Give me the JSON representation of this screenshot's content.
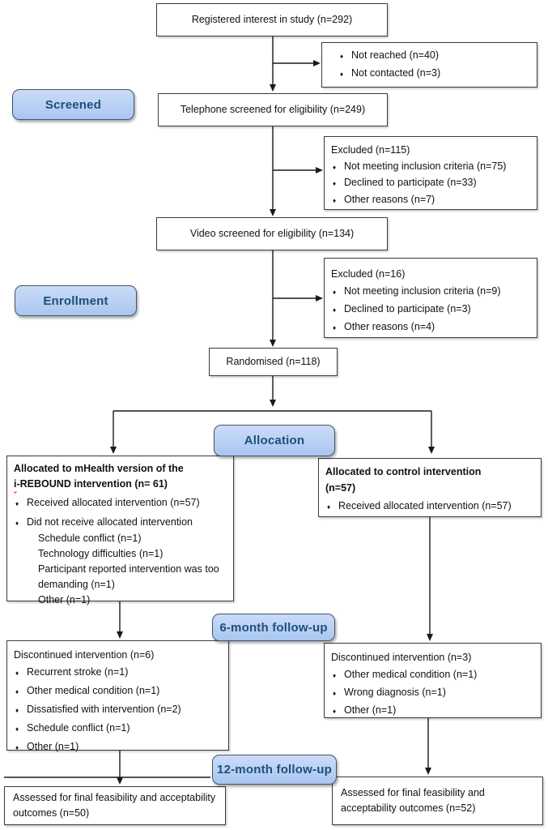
{
  "colors": {
    "label-fill-top": "#cadcf8",
    "label-fill-bottom": "#a9c6f0",
    "label-border": "#44546a",
    "label-text": "#1f4e79",
    "box-border": "#3a3a3a",
    "arrow": "#1a1a1a",
    "spell-underline": "#ff0000"
  },
  "icons": {
    "bullet": "♦"
  },
  "stages": {
    "screened": "Screened",
    "enrollment": "Enrollment",
    "allocation": "Allocation",
    "six_month": "6-month follow-up",
    "twelve_month": "12-month follow-up"
  },
  "boxes": {
    "registered": {
      "text": "Registered interest in study (n=292)"
    },
    "not_reached": {
      "items": [
        "Not reached (n=40)",
        "Not contacted (n=3)"
      ]
    },
    "telephone": {
      "text": "Telephone screened for eligibility (n=249)"
    },
    "excluded_telephone": {
      "title": "Excluded (n=115)",
      "items": [
        "Not meeting inclusion criteria (n=75)",
        "Declined to participate (n=33)",
        "Other reasons (n=7)"
      ]
    },
    "video": {
      "text": "Video screened for eligibility (n=134)"
    },
    "excluded_video": {
      "title": "Excluded (n=16)",
      "items": [
        "Not meeting inclusion criteria (n=9)",
        "Declined to participate (n=3)",
        "Other reasons (n=4)"
      ]
    },
    "randomised": {
      "text": "Randomised (n=118)"
    },
    "allocated_mhealth": {
      "title_line1": "Allocated to mHealth version of the",
      "title_i": "i",
      "title_line2_rest": "-REBOUND intervention (n= 61)",
      "bullet1": "Received allocated intervention (n=57)",
      "bullet2": "Did not receive allocated intervention",
      "sub_items": [
        "Schedule conflict (n=1)",
        "Technology difficulties (n=1)",
        "Participant reported intervention was too demanding (n=1)",
        "Other (n=1)"
      ]
    },
    "allocated_control": {
      "title": "Allocated to control intervention (n=57)",
      "bullet1": "Received allocated intervention (n=57)"
    },
    "discontinued_mhealth": {
      "title": "Discontinued intervention (n=6)",
      "items": [
        "Recurrent stroke (n=1)",
        "Other medical condition (n=1)",
        "Dissatisfied with intervention (n=2)",
        "Schedule conflict (n=1)",
        "Other (n=1)"
      ]
    },
    "discontinued_control": {
      "title": "Discontinued intervention (n=3)",
      "items": [
        "Other medical condition (n=1)",
        "Wrong diagnosis (n=1)",
        "Other (n=1)"
      ]
    },
    "assessed_mhealth": {
      "text": "Assessed for final feasibility and acceptability outcomes (n=50)"
    },
    "assessed_control": {
      "text": "Assessed for final feasibility and acceptability outcomes (n=52)"
    }
  }
}
